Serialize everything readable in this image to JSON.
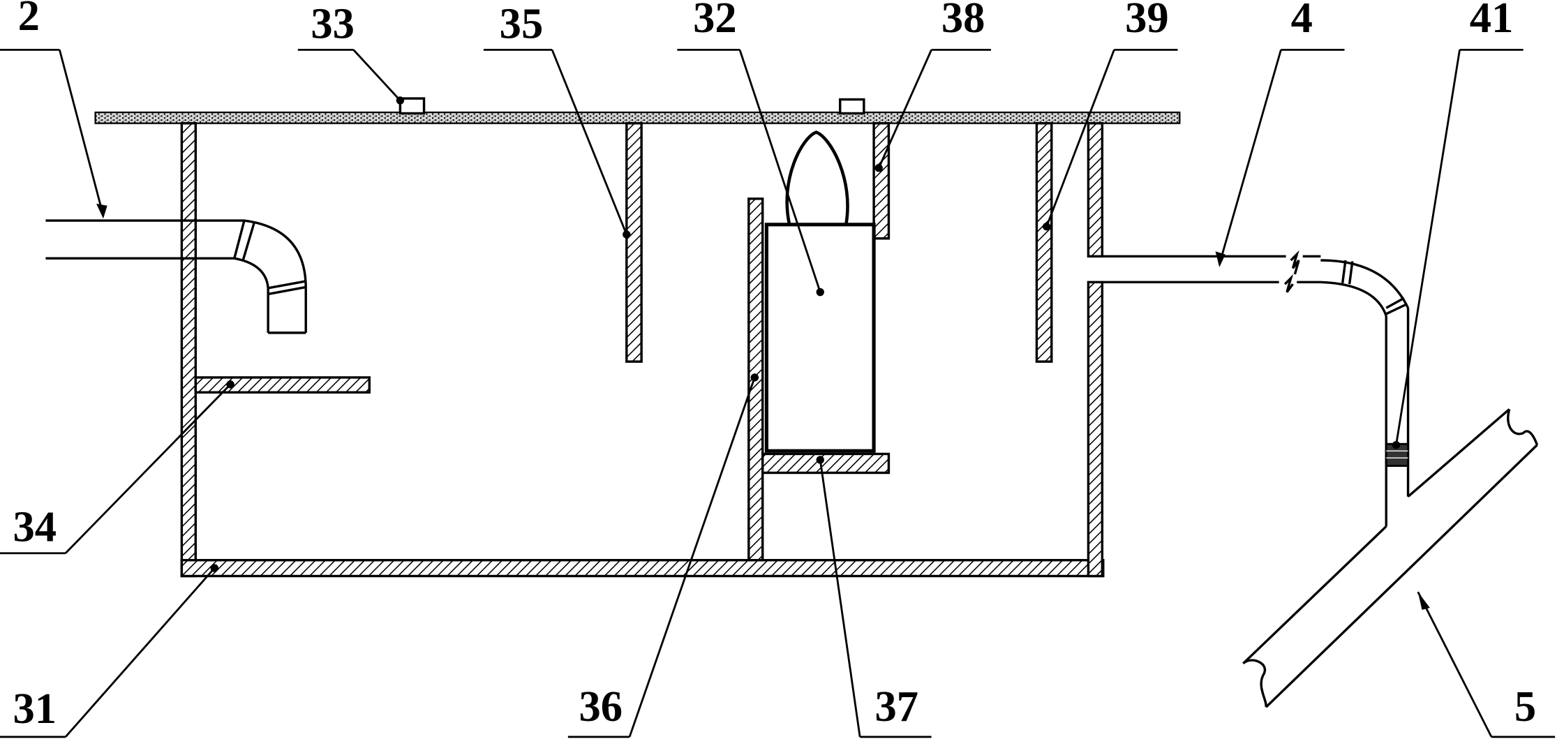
{
  "figure": {
    "callouts": [
      {
        "id": "lbl-2",
        "text": "2"
      },
      {
        "id": "lbl-33",
        "text": "33"
      },
      {
        "id": "lbl-35",
        "text": "35"
      },
      {
        "id": "lbl-32",
        "text": "32"
      },
      {
        "id": "lbl-38",
        "text": "38"
      },
      {
        "id": "lbl-39",
        "text": "39"
      },
      {
        "id": "lbl-4",
        "text": "4"
      },
      {
        "id": "lbl-41",
        "text": "41"
      },
      {
        "id": "lbl-34",
        "text": "34"
      },
      {
        "id": "lbl-31",
        "text": "31"
      },
      {
        "id": "lbl-36",
        "text": "36"
      },
      {
        "id": "lbl-37",
        "text": "37"
      },
      {
        "id": "lbl-5",
        "text": "5"
      }
    ]
  }
}
